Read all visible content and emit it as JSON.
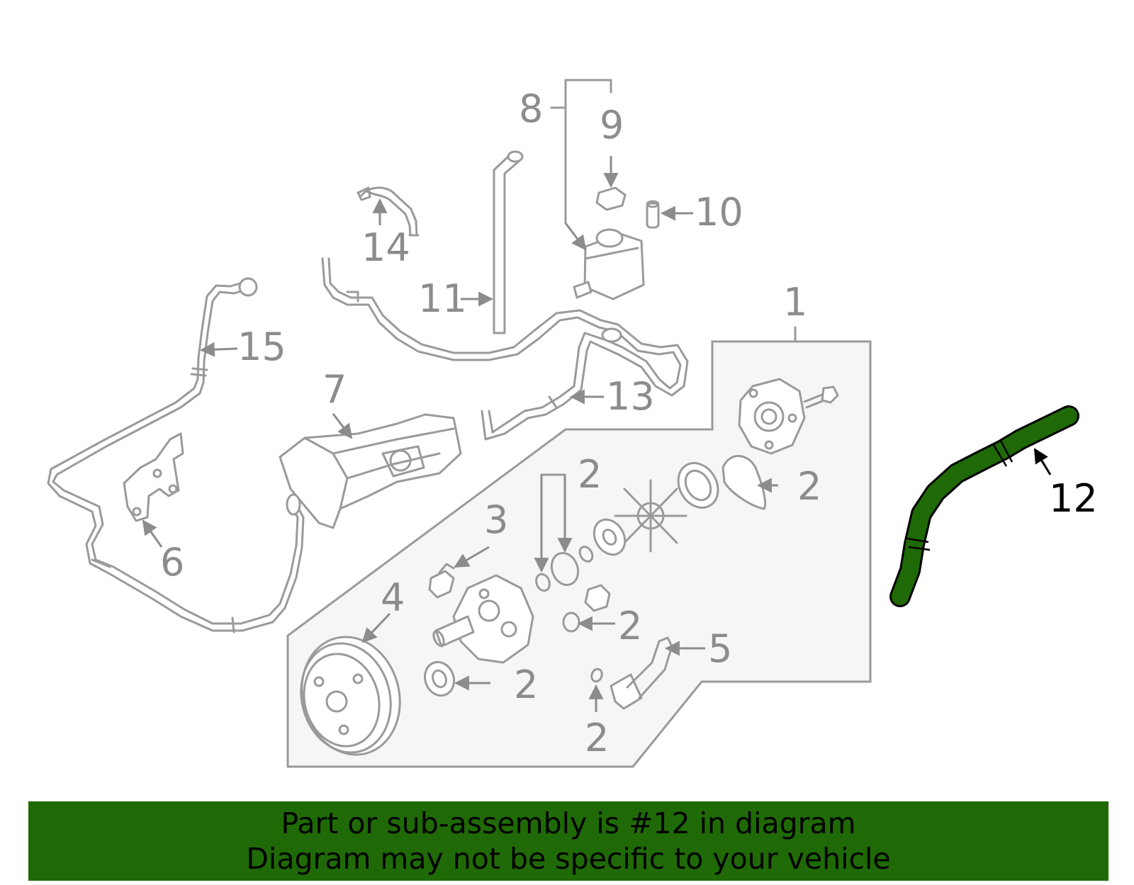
{
  "callouts": {
    "c1": "1",
    "c2a": "2",
    "c2b": "2",
    "c2c": "2",
    "c2d": "2",
    "c2e": "2",
    "c3": "3",
    "c4": "4",
    "c5": "5",
    "c6": "6",
    "c7": "7",
    "c8": "8",
    "c9": "9",
    "c10": "10",
    "c11": "11",
    "c12": "12",
    "c13": "13",
    "c14": "14",
    "c15": "15"
  },
  "highlight_color": "#1f6a06",
  "banner": {
    "line1": "Part or sub-assembly is #12 in diagram",
    "line2": "Diagram may not be specific to your vehicle"
  }
}
